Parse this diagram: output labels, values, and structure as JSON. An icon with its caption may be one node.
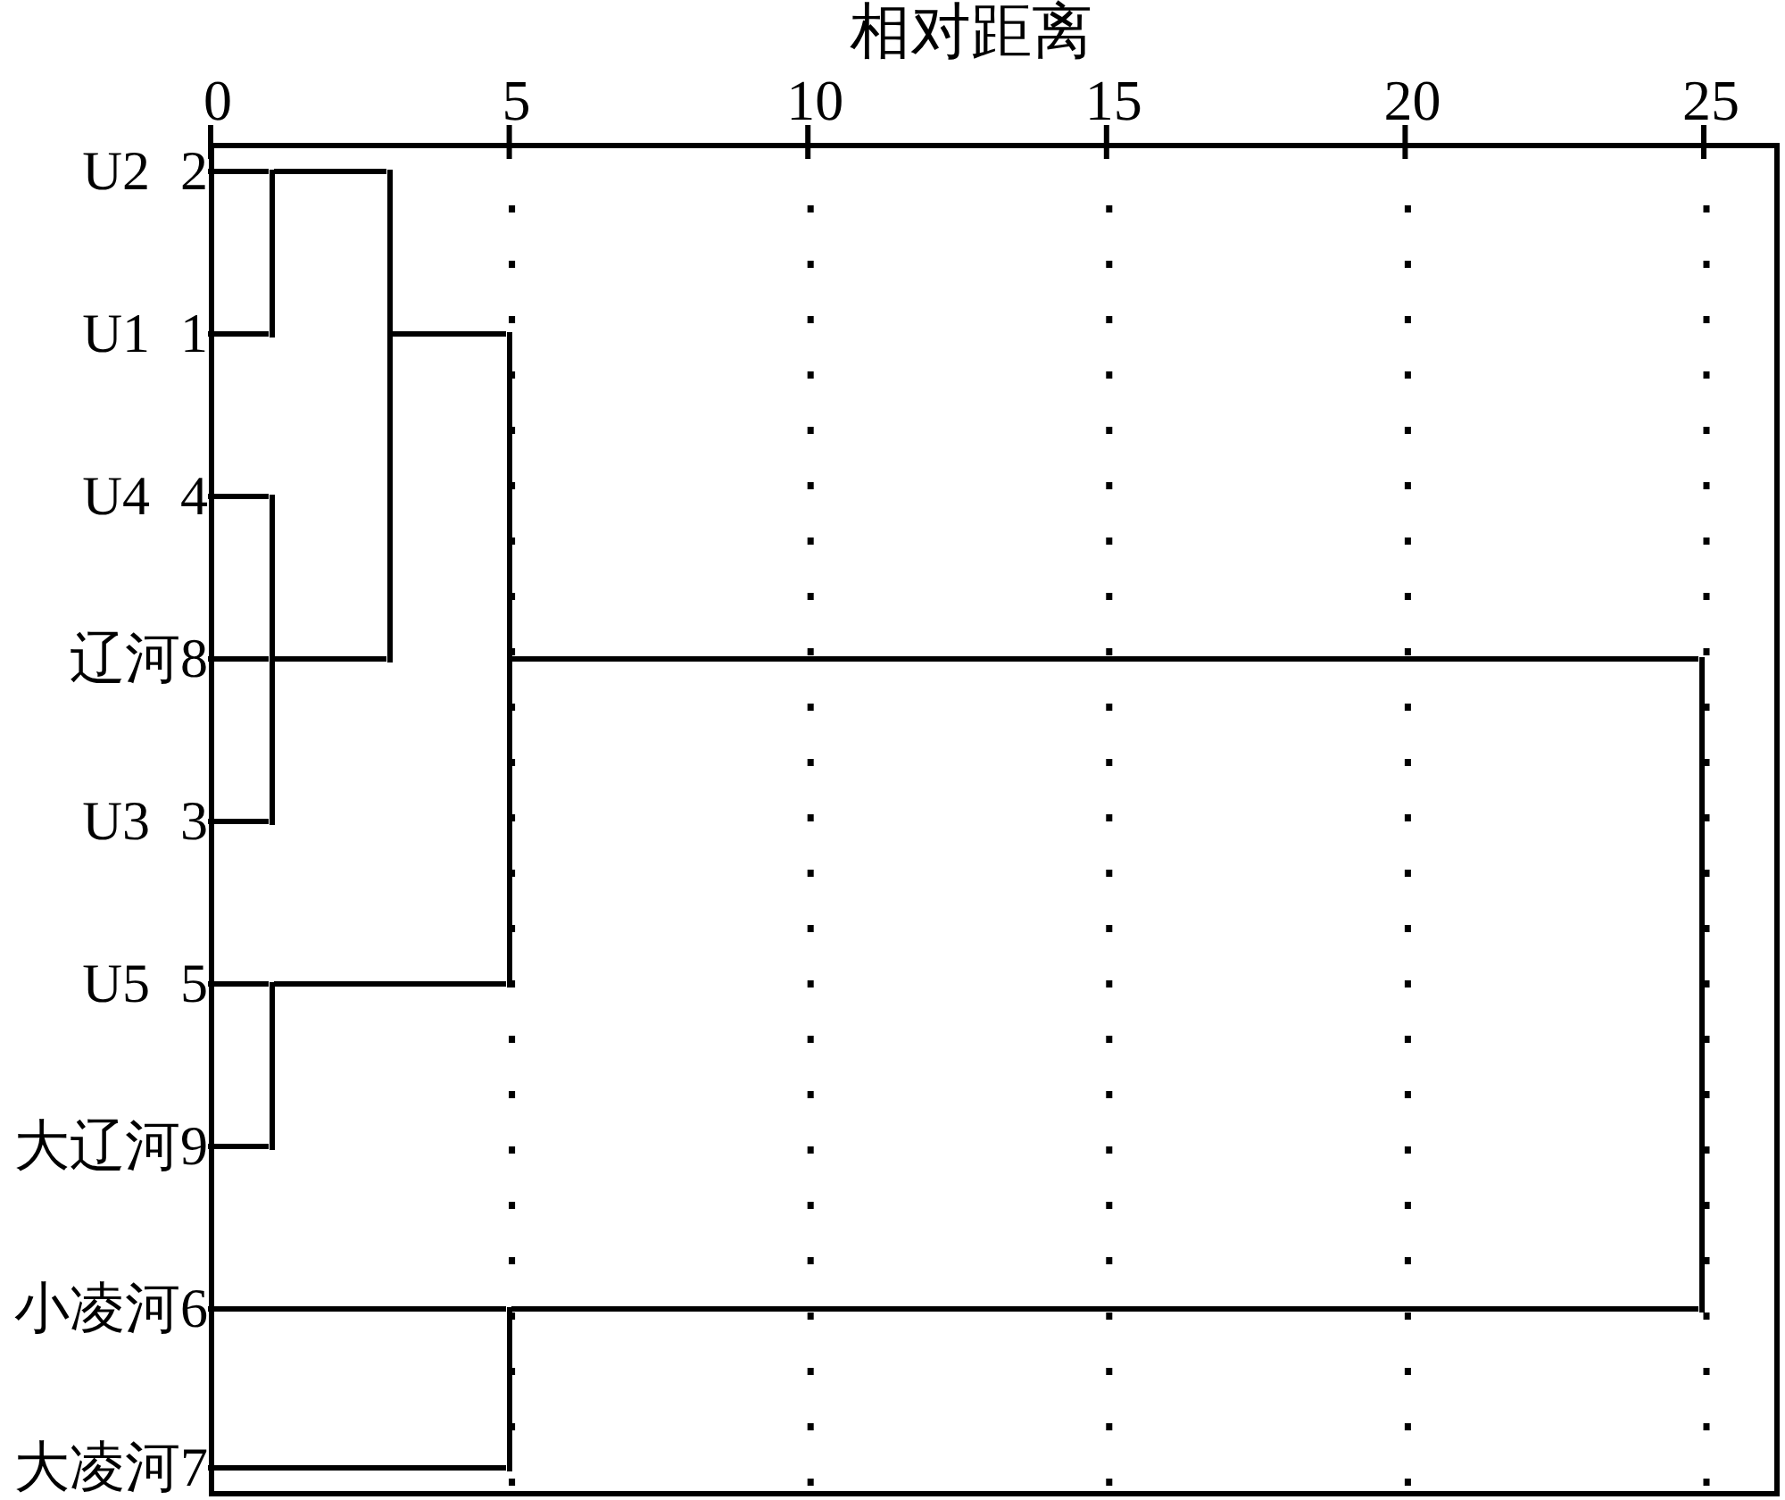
{
  "diagram": {
    "nodes": [
      {
        "text": [
          "U2 2"
        ]
      },
      {
        "text": [
          "U1 1"
        ]
      },
      {
        "text": [
          "U4 4"
        ]
      },
      {
        "text": [
          "辽河8"
        ]
      },
      {
        "text": [
          "U3 3"
        ]
      },
      {
        "text": [
          "U5 5"
        ]
      },
      {
        "text": [
          "大辽河9"
        ]
      },
      {
        "text": [
          "小凌河6"
        ]
      },
      {
        "text": [
          "大凌河7"
        ]
      },
      {
        "text": [],
        "shape": "bar"
      },
      {
        "text": [],
        "shape": "bar"
      },
      {
        "text": [],
        "shape": "bar"
      },
      {
        "text": [],
        "shape": "bar"
      },
      {
        "text": [],
        "shape": "bar"
      },
      {
        "text": [],
        "shape": "bar"
      },
      {
        "text": [],
        "shape": "bar"
      }
    ],
    "edges": [
      {
        "from": 0,
        "to": 9,
        "arrow": "none"
      },
      {
        "from": 1,
        "to": 9,
        "arrow": "none"
      },
      {
        "from": 2,
        "to": 10,
        "arrow": "none"
      },
      {
        "from": 3,
        "to": 10,
        "arrow": "none"
      },
      {
        "from": 4,
        "to": 10,
        "arrow": "none"
      },
      {
        "from": 9,
        "to": 11,
        "arrow": "none"
      },
      {
        "from": 10,
        "to": 11,
        "arrow": "none"
      },
      {
        "from": 5,
        "to": 12,
        "arrow": "none"
      },
      {
        "from": 6,
        "to": 12,
        "arrow": "none"
      },
      {
        "from": 11,
        "to": 13,
        "arrow": "none"
      },
      {
        "from": 12,
        "to": 13,
        "arrow": "none"
      },
      {
        "from": 7,
        "to": 14,
        "arrow": "none"
      },
      {
        "from": 8,
        "to": 14,
        "arrow": "none"
      },
      {
        "from": 13,
        "to": 15,
        "arrow": "none"
      },
      {
        "from": 14,
        "to": 15,
        "arrow": "none"
      }
    ],
    "labels": [
      "相对距离",
      "0",
      "5",
      "10",
      "15",
      "20",
      "25"
    ]
  }
}
